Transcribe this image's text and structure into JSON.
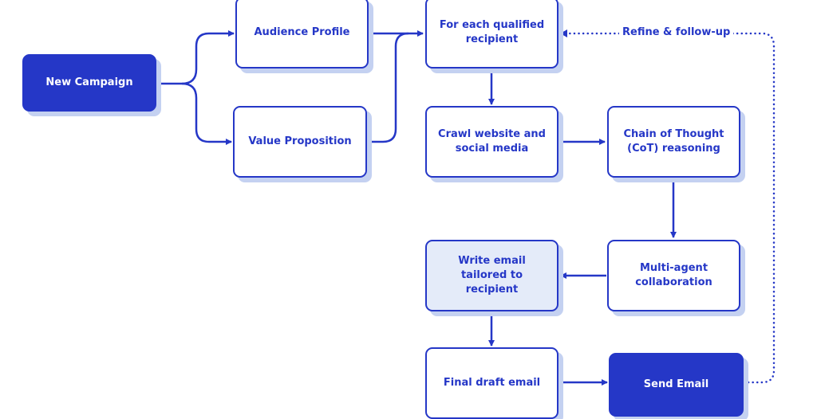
{
  "diagram": {
    "nodes": [
      {
        "id": "new-campaign",
        "label": "New Campaign",
        "style": "filled"
      },
      {
        "id": "audience-profile",
        "label": "Audience Profile",
        "style": "outline"
      },
      {
        "id": "value-proposition",
        "label": "Value Proposition",
        "style": "outline"
      },
      {
        "id": "for-each-recipient",
        "label": "For each qualified recipient",
        "style": "outline"
      },
      {
        "id": "crawl-website",
        "label": "Crawl website and social media",
        "style": "outline"
      },
      {
        "id": "chain-of-thought",
        "label": "Chain of Thought (CoT) reasoning",
        "style": "outline"
      },
      {
        "id": "multi-agent",
        "label": "Multi-agent collaboration",
        "style": "outline"
      },
      {
        "id": "write-email",
        "label": "Write email tailored to recipient",
        "style": "highlight"
      },
      {
        "id": "final-draft",
        "label": "Final draft email",
        "style": "outline"
      },
      {
        "id": "send-email",
        "label": "Send Email",
        "style": "filled"
      }
    ],
    "edges": [
      {
        "from": "new-campaign",
        "to": "audience-profile",
        "style": "solid"
      },
      {
        "from": "new-campaign",
        "to": "value-proposition",
        "style": "solid"
      },
      {
        "from": "audience-profile",
        "to": "for-each-recipient",
        "style": "solid"
      },
      {
        "from": "value-proposition",
        "to": "for-each-recipient",
        "style": "solid"
      },
      {
        "from": "for-each-recipient",
        "to": "crawl-website",
        "style": "solid"
      },
      {
        "from": "crawl-website",
        "to": "chain-of-thought",
        "style": "solid"
      },
      {
        "from": "chain-of-thought",
        "to": "multi-agent",
        "style": "solid"
      },
      {
        "from": "multi-agent",
        "to": "write-email",
        "style": "solid"
      },
      {
        "from": "write-email",
        "to": "final-draft",
        "style": "solid"
      },
      {
        "from": "final-draft",
        "to": "send-email",
        "style": "solid"
      },
      {
        "from": "send-email",
        "to": "for-each-recipient",
        "style": "dotted",
        "label": "Refine & follow-up"
      }
    ],
    "colors": {
      "primary": "#2537c7",
      "shadow": "#c4d1f1",
      "highlight_fill": "#e4ebf9",
      "background": "#ffffff"
    }
  }
}
